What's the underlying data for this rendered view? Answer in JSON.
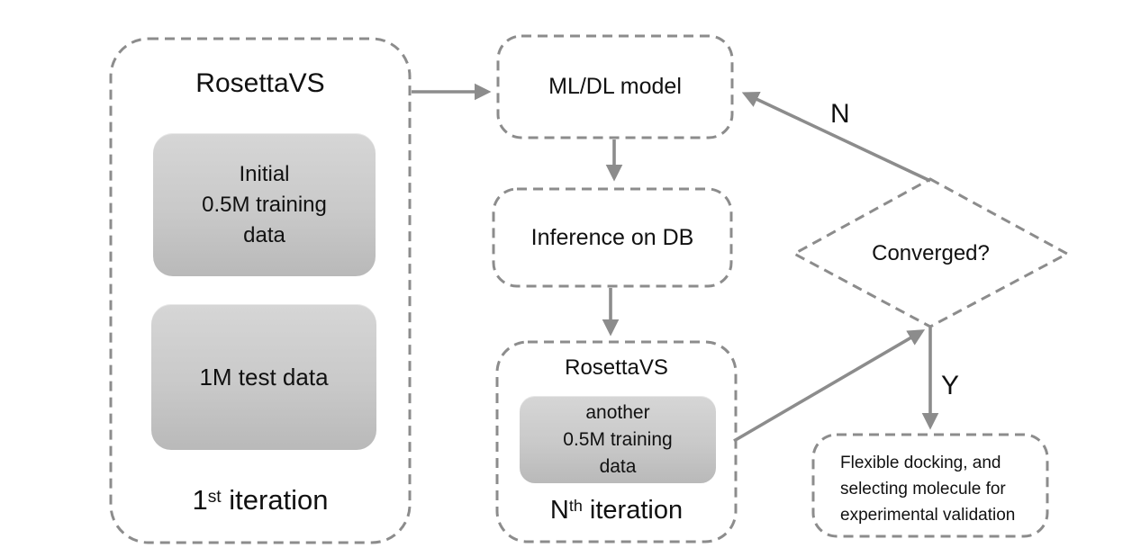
{
  "colors": {
    "background": "#ffffff",
    "dash_stroke": "#8c8c8c",
    "arrow_stroke": "#8c8c8c",
    "gray_box_top": "#d6d6d6",
    "gray_box_bottom": "#b9b9b9",
    "text": "#111111"
  },
  "left_group": {
    "title": "RosettaVS",
    "training_box": {
      "lines": [
        "Initial",
        "0.5M training",
        "data"
      ]
    },
    "test_box": {
      "label": "1M test data"
    },
    "caption": {
      "prefix": "1",
      "sup": "st",
      "rest": " iteration"
    }
  },
  "ml_model_box": {
    "label": "ML/DL model"
  },
  "inference_box": {
    "label": "Inference on DB"
  },
  "nth_group": {
    "title": "RosettaVS",
    "training_box": {
      "lines": [
        "another",
        "0.5M training",
        "data"
      ]
    },
    "caption": {
      "prefix": "N",
      "sup": "th",
      "rest": " iteration"
    }
  },
  "decision": {
    "label": "Converged?"
  },
  "final_box": {
    "lines": [
      "Flexible docking, and",
      "selecting molecule for",
      "experimental validation"
    ]
  },
  "edge_labels": {
    "no": "N",
    "yes": "Y"
  }
}
